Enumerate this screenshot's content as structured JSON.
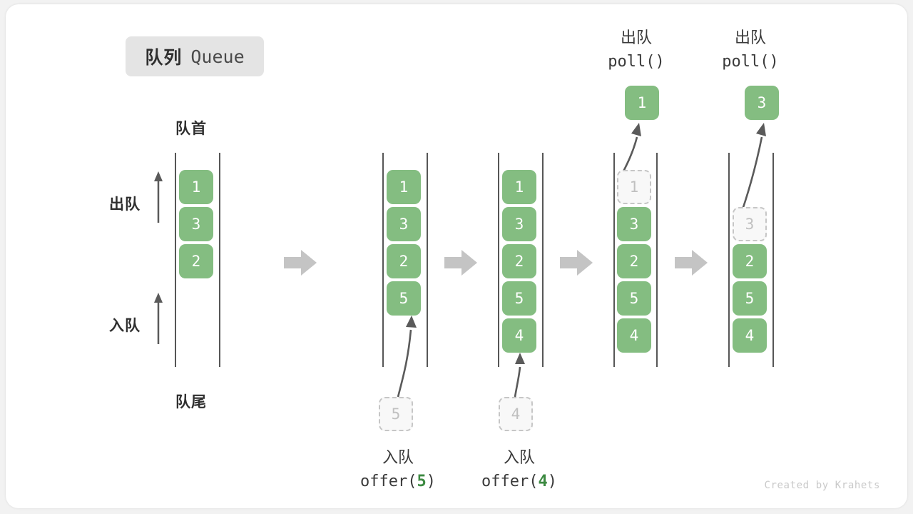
{
  "title": {
    "cn": "队列",
    "en": "Queue"
  },
  "labels": {
    "head": "队首",
    "tail": "队尾",
    "dequeue_side": "出队",
    "enqueue_side": "入队"
  },
  "colors": {
    "element_fill": "#84bd81",
    "element_text": "#ffffff",
    "ghost_fill": "#f8f8f8",
    "ghost_border": "#c6c6c6",
    "ghost_text": "#c0c0c0",
    "rail": "#565656",
    "step_arrow": "#c4c4c4",
    "motion_arrow": "#5a5a5a",
    "accent_green": "#3d8a42",
    "badge_bg": "#e4e4e4",
    "text_dark": "#2f2f2f",
    "credit": "#c9c9c9"
  },
  "stages": [
    {
      "name": "initial",
      "elements": [
        "1",
        "3",
        "2"
      ],
      "ghost": null,
      "popped": null,
      "caption_top": null,
      "caption_bottom": null
    },
    {
      "name": "after-offer-5",
      "elements": [
        "1",
        "3",
        "2",
        "5"
      ],
      "ghost": {
        "value": "5",
        "position": "below-tail"
      },
      "popped": null,
      "caption_top": null,
      "caption_bottom": {
        "cn": "入队",
        "code_prefix": "offer(",
        "arg": "5",
        "code_suffix": ")"
      }
    },
    {
      "name": "after-offer-4",
      "elements": [
        "1",
        "3",
        "2",
        "5",
        "4"
      ],
      "ghost": {
        "value": "4",
        "position": "below-tail"
      },
      "popped": null,
      "caption_top": null,
      "caption_bottom": {
        "cn": "入队",
        "code_prefix": "offer(",
        "arg": "4",
        "code_suffix": ")"
      }
    },
    {
      "name": "after-poll-1",
      "elements": [
        "3",
        "2",
        "5",
        "4"
      ],
      "ghost": {
        "value": "1",
        "position": "head-slot-0"
      },
      "popped": "1",
      "caption_top": {
        "cn": "出队",
        "code": "poll()"
      },
      "caption_bottom": null
    },
    {
      "name": "after-poll-3",
      "elements": [
        "2",
        "5",
        "4"
      ],
      "ghost": {
        "value": "3",
        "position": "head-slot-1"
      },
      "popped": "3",
      "caption_top": {
        "cn": "出队",
        "code": "poll()"
      },
      "caption_bottom": null
    }
  ],
  "credit": "Created by Krahets"
}
